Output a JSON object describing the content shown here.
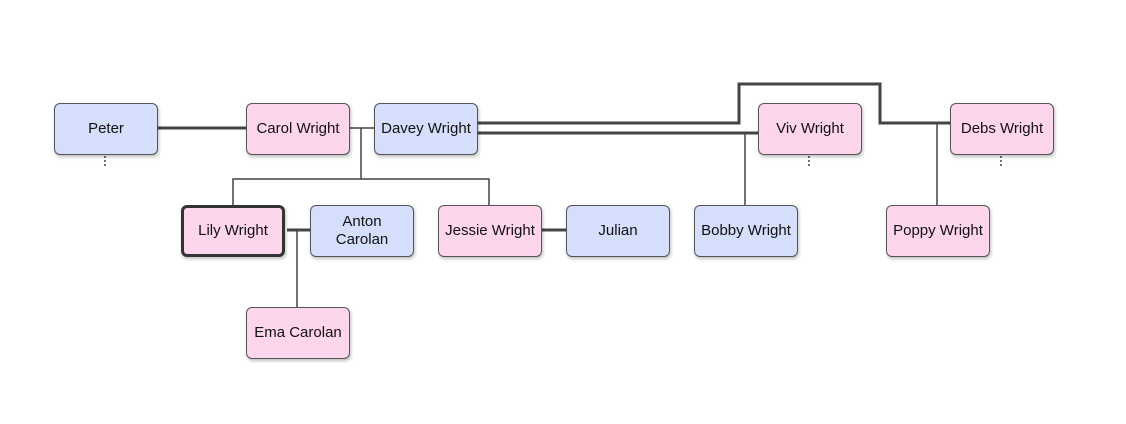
{
  "people": {
    "peter": {
      "name": "Peter",
      "gender": "male"
    },
    "carol": {
      "name": "Carol Wright",
      "gender": "female"
    },
    "davey": {
      "name": "Davey Wright",
      "gender": "male"
    },
    "viv": {
      "name": "Viv Wright",
      "gender": "female"
    },
    "debs": {
      "name": "Debs Wright",
      "gender": "female"
    },
    "lily": {
      "name": "Lily Wright",
      "gender": "female",
      "selected": true
    },
    "anton": {
      "name": "Anton Carolan",
      "gender": "male"
    },
    "jessie": {
      "name": "Jessie Wright",
      "gender": "female"
    },
    "julian": {
      "name": "Julian",
      "gender": "male"
    },
    "bobby": {
      "name": "Bobby Wright",
      "gender": "male"
    },
    "poppy": {
      "name": "Poppy Wright",
      "gender": "female"
    },
    "ema": {
      "name": "Ema Carolan",
      "gender": "female"
    }
  },
  "colors": {
    "female": "#fdd5ec",
    "male": "#d5defb",
    "line": "#444444"
  }
}
